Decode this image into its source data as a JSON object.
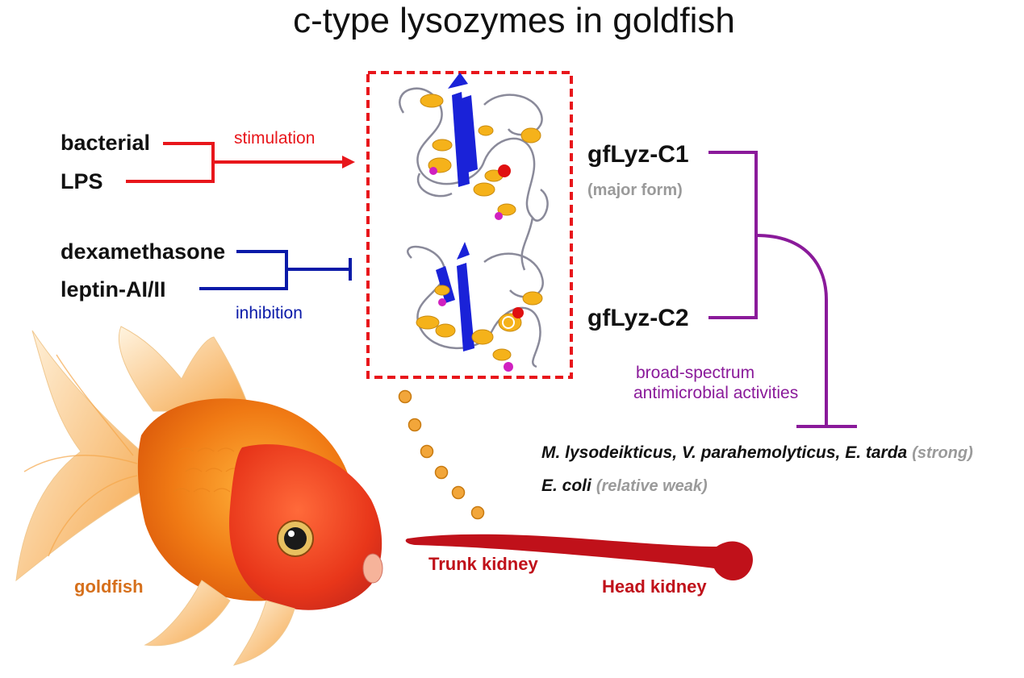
{
  "title": "c-type lysozymes in goldfish",
  "stimulators": [
    "bacterial",
    "LPS"
  ],
  "stimulation_label": "stimulation",
  "inhibitors": [
    "dexamethasone",
    "leptin-AI/II"
  ],
  "inhibition_label": "inhibition",
  "genes": [
    {
      "name": "gfLyz-C1",
      "note": "(major form)"
    },
    {
      "name": "gfLyz-C2",
      "note": ""
    }
  ],
  "activity_label": [
    "broad-spectrum",
    "antimicrobial activities"
  ],
  "targets": {
    "strong": {
      "species": "M. lysodeikticus, V. parahemolyticus, E. tarda",
      "note": "(strong)"
    },
    "weak": {
      "species": "E. coli",
      "note": "(relative weak)"
    }
  },
  "organs": {
    "trunk": "Trunk kidney",
    "head": "Head kidney"
  },
  "fish_label": "goldfish",
  "colors": {
    "stimulation": "#e8161b",
    "inhibition": "#0a1aa8",
    "activity": "#8a1a9a",
    "box": "#e8161b",
    "kidney": "#c0111a",
    "fish_label": "#d6701c",
    "muted": "#9a9a9a",
    "dots": "#f2a63a"
  }
}
